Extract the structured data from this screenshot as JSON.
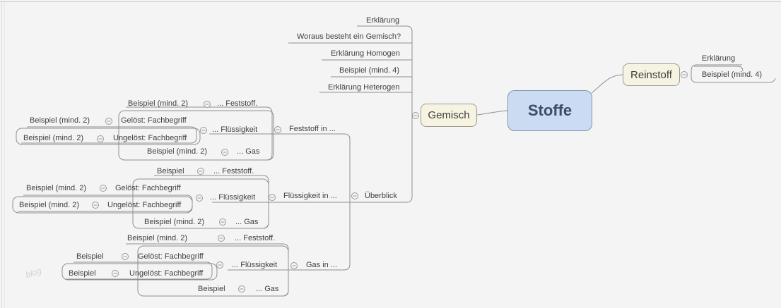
{
  "watermark": "blog",
  "colors": {
    "background": "#f4f4f4",
    "root_fill": "#cbdcf2",
    "root_border": "#7e95b5",
    "branch_fill": "#f7f3e2",
    "branch_border": "#a09a8a",
    "line": "#8f8f8f",
    "text": "#3f3f3f"
  },
  "root": {
    "label": "Stoffe"
  },
  "reinstoff": {
    "label": "Reinstoff",
    "erklaerung": "Erklärung",
    "beispiel": "Beispiel (mind. 4)"
  },
  "gemisch": {
    "label": "Gemisch",
    "erklaerung": "Erklärung",
    "woraus": "Woraus besteht ein Gemisch?",
    "homogen": "Erklärung Homogen",
    "beispiel": "Beispiel (mind. 4)",
    "heterogen": "Erklärung Heterogen",
    "ueberblick": "Überblick"
  },
  "groups": {
    "feststoff_in": {
      "label": "Feststoff in ...",
      "feststoff": "... Feststoff.",
      "feststoff_beispiel": "Beispiel (mind. 2)",
      "fluessigkeit": "... Flüssigkeit",
      "geloest": "Gelöst: Fachbegriff",
      "geloest_beispiel": "Beispiel (mind. 2)",
      "ungeloest": "Ungelöst: Fachbegriff",
      "ungeloest_beispiel": "Beispiel (mind. 2)",
      "gas": "... Gas",
      "gas_beispiel": "Beispiel (mind. 2)"
    },
    "fluessigkeit_in": {
      "label": "Flüssigkeit in ...",
      "feststoff": "... Feststoff.",
      "feststoff_beispiel": "Beispiel",
      "fluessigkeit": "... Flüssigkeit",
      "geloest": "Gelöst: Fachbegriff",
      "geloest_beispiel": "Beispiel (mind. 2)",
      "ungeloest": "Ungelöst: Fachbegriff",
      "ungeloest_beispiel": "Beispiel (mind. 2)",
      "gas": "... Gas",
      "gas_beispiel": "Beispiel (mind. 2)"
    },
    "gas_in": {
      "label": "Gas in ...",
      "feststoff": "... Feststoff.",
      "feststoff_beispiel": "Beispiel (mind. 2)",
      "fluessigkeit": "... Flüssigkeit",
      "geloest": "Gelöst: Fachbegriff",
      "geloest_beispiel": "Beispiel",
      "ungeloest": "Ungelöst: Fachbegriff",
      "ungeloest_beispiel": "Beispiel",
      "gas": "... Gas",
      "gas_beispiel": "Beispiel"
    }
  }
}
